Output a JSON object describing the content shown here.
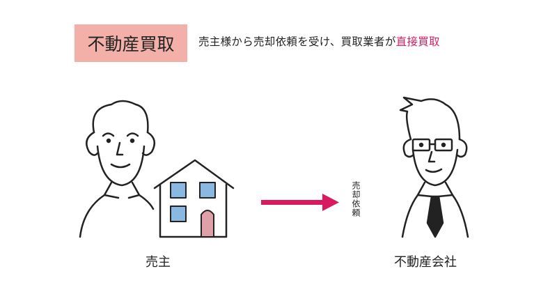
{
  "header": {
    "title": "不動産買取",
    "description": "売主様から売却依頼を受け、買取業者が",
    "description_highlight": "直接買取"
  },
  "diagram": {
    "arrow_label": "売却依頼",
    "seller_label": "売主",
    "company_label": "不動産会社",
    "colors": {
      "accent": "#d81b5f",
      "title_bg": "#f2b0a8",
      "window": "#8ab8e0",
      "door": "#e0a0a8"
    }
  }
}
